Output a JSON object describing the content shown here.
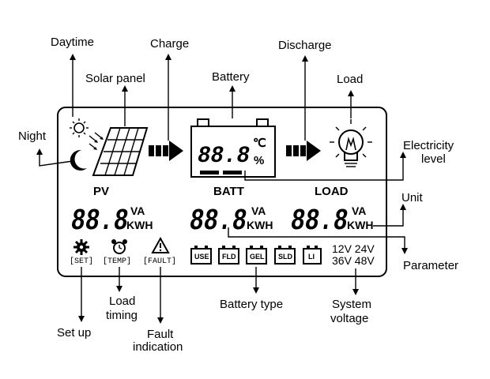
{
  "callouts": {
    "daytime": "Daytime",
    "solar_panel": "Solar panel",
    "charge": "Charge",
    "battery": "Battery",
    "discharge": "Discharge",
    "load": "Load",
    "night": "Night",
    "electricity_level_1": "Electricity",
    "electricity_level_2": "level",
    "unit": "Unit",
    "parameter": "Parameter",
    "set_up": "Set up",
    "load_timing_1": "Load",
    "load_timing_2": "timing",
    "fault_indication_1": "Fault",
    "fault_indication_2": "indication",
    "battery_type": "Battery type",
    "system_voltage_1": "System",
    "system_voltage_2": "voltage"
  },
  "display": {
    "pv_label": "PV",
    "batt_label": "BATT",
    "load_label": "LOAD",
    "battery_digits": "88.8",
    "celsius": "℃",
    "percent": "%",
    "pv_digits": "88.8",
    "batt_digits": "88.8",
    "load_digits": "88.8",
    "unit_va": "VA",
    "unit_kwh": "KWH",
    "set_tag": "[SET]",
    "temp_tag": "[TEMP]",
    "fault_tag": "[FAULT]",
    "battery_types": [
      "USE",
      "FLD",
      "GEL",
      "SLD",
      "LI"
    ],
    "voltage_row1": "12V 24V",
    "voltage_row2": "36V 48V"
  }
}
